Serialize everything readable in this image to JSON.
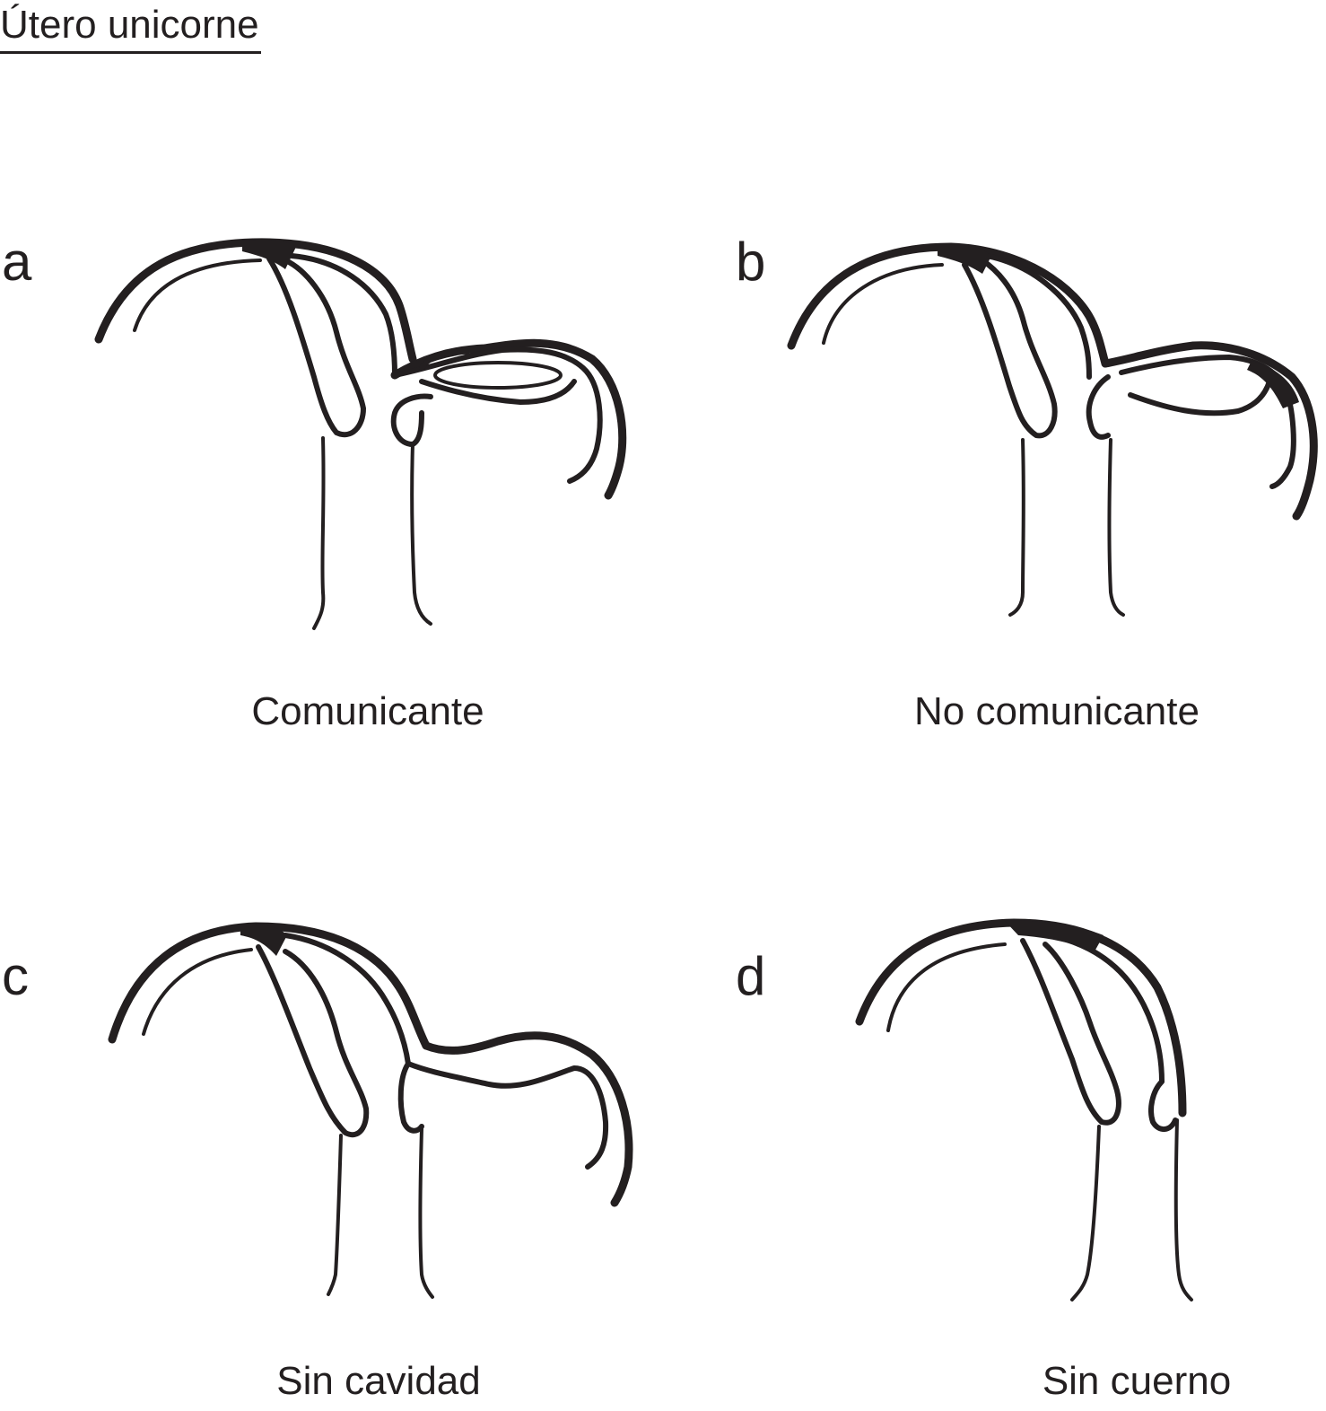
{
  "title": "Útero unicorne",
  "panels": [
    {
      "letter": "a",
      "caption": "Comunicante"
    },
    {
      "letter": "b",
      "caption": "No comunicante"
    },
    {
      "letter": "c",
      "caption": "Sin cavidad"
    },
    {
      "letter": "d",
      "caption": "Sin cuerno"
    }
  ]
}
